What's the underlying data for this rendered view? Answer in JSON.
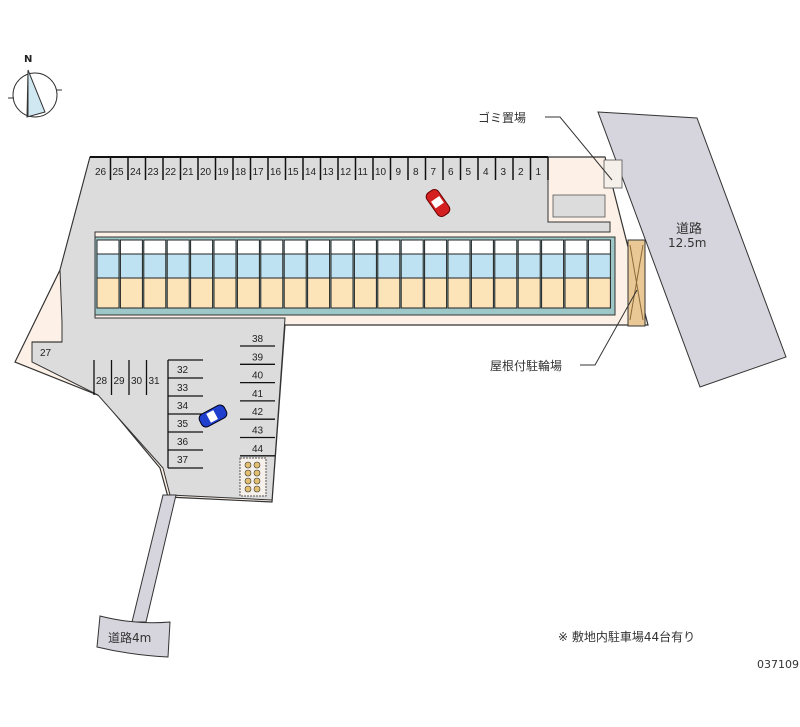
{
  "labels": {
    "garbage": "ゴミ置場",
    "main_road": "道路",
    "main_road_width": "12.5m",
    "bicycle_parking": "屋根付駐輪場",
    "side_road": "道路4m",
    "note": "※ 敷地内駐車場44台有り",
    "code": "037109",
    "north": "N"
  },
  "parking": {
    "top_row": [
      "26",
      "25",
      "24",
      "23",
      "22",
      "21",
      "20",
      "19",
      "18",
      "17",
      "16",
      "15",
      "14",
      "13",
      "12",
      "11",
      "10",
      "9",
      "8",
      "7",
      "6",
      "5",
      "4",
      "3",
      "2",
      "1"
    ],
    "left_spot": [
      "27"
    ],
    "middle_row": [
      "28",
      "29",
      "30",
      "31"
    ],
    "inner_column": [
      "32",
      "33",
      "34",
      "35",
      "36",
      "37"
    ],
    "right_column": [
      "38",
      "39",
      "40",
      "41",
      "42",
      "43",
      "44"
    ]
  },
  "colors": {
    "lot": "#dcdcdc",
    "site": "#fdf1e7",
    "road": "#d6d4dc",
    "unit_top": "#bfe2f2",
    "unit_bottom": "#fde3b8",
    "car_red": "#d42020",
    "car_blue": "#1f3fcf"
  }
}
